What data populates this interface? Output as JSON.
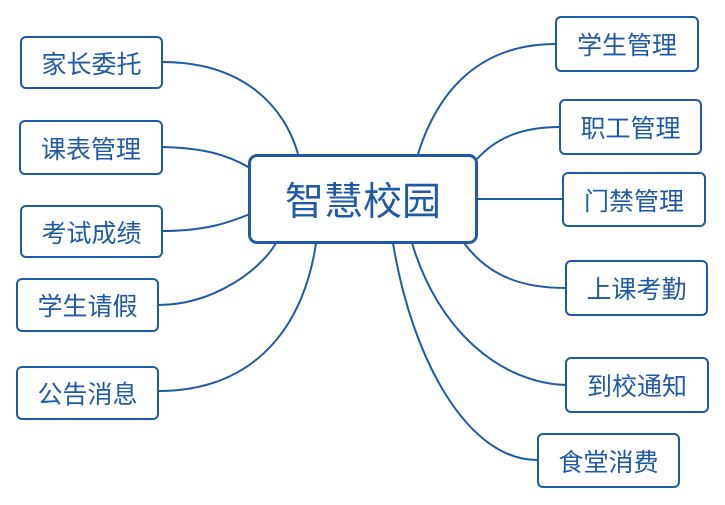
{
  "center": {
    "label": "智慧校园"
  },
  "left_nodes": [
    {
      "label": "家长委托"
    },
    {
      "label": "课表管理"
    },
    {
      "label": "考试成绩"
    },
    {
      "label": "学生请假"
    },
    {
      "label": "公告消息"
    }
  ],
  "right_nodes": [
    {
      "label": "学生管理"
    },
    {
      "label": "职工管理"
    },
    {
      "label": "门禁管理"
    },
    {
      "label": "上课考勤"
    },
    {
      "label": "到校通知"
    },
    {
      "label": "食堂消费"
    }
  ],
  "colors": {
    "line": "#1f5aa6",
    "text": "#1f5aa6",
    "border": "#1f5aa6",
    "background": "#ffffff"
  }
}
